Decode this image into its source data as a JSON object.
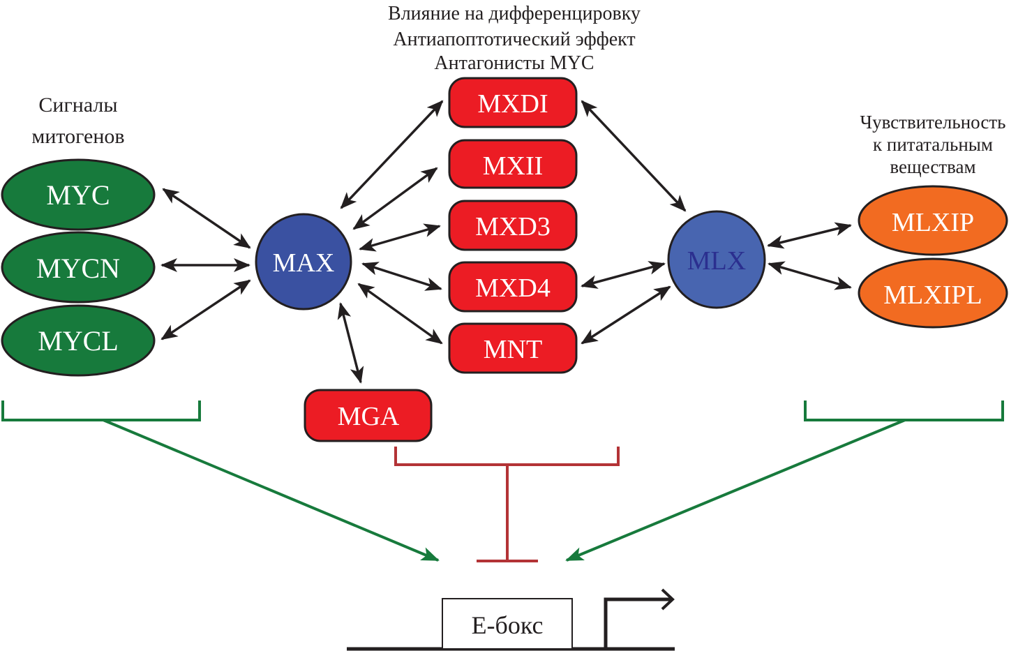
{
  "headers": {
    "center": [
      "Влияние на дифференцировку",
      "Антиапоптотический эффект",
      "Антагонисты MYC"
    ],
    "left": [
      "Сигналы",
      "митогенов"
    ],
    "right": [
      "Чувствительность",
      "к питатальным",
      "веществам"
    ]
  },
  "nodes": {
    "myc": "MYC",
    "mycn": "MYCN",
    "mycl": "MYCL",
    "max": "MAX",
    "mxdi": "MXDI",
    "mxii": "MXII",
    "mxd3": "MXD3",
    "mxd4": "MXD4",
    "mnt": "MNT",
    "mga": "MGA",
    "mlx": "MLX",
    "mlxip": "MLXIP",
    "mlxipl": "MLXIPL"
  },
  "promoter": {
    "ebox_label": "Е-бокс"
  },
  "colors": {
    "myc_family": "#177a3c",
    "max_node": "#3a51a1",
    "mlx_node": "#4865b0",
    "mlx_text": "#2b2f8f",
    "mxd_family": "#ec1c24",
    "mlxip_family": "#f26b21",
    "activation_arrow": "#177a3c",
    "repression_bar": "#b33336",
    "interaction_arrow": "#231f20"
  },
  "edges": [
    {
      "from": "MYC",
      "to": "MAX",
      "type": "bidirectional"
    },
    {
      "from": "MYCN",
      "to": "MAX",
      "type": "bidirectional"
    },
    {
      "from": "MYCL",
      "to": "MAX",
      "type": "bidirectional"
    },
    {
      "from": "MAX",
      "to": "MXDI",
      "type": "bidirectional"
    },
    {
      "from": "MAX",
      "to": "MXII",
      "type": "bidirectional"
    },
    {
      "from": "MAX",
      "to": "MXD3",
      "type": "bidirectional"
    },
    {
      "from": "MAX",
      "to": "MXD4",
      "type": "bidirectional"
    },
    {
      "from": "MAX",
      "to": "MNT",
      "type": "bidirectional"
    },
    {
      "from": "MAX",
      "to": "MGA",
      "type": "bidirectional"
    },
    {
      "from": "MXDI",
      "to": "MLX",
      "type": "bidirectional"
    },
    {
      "from": "MXD4",
      "to": "MLX",
      "type": "bidirectional"
    },
    {
      "from": "MNT",
      "to": "MLX",
      "type": "bidirectional"
    },
    {
      "from": "MLX",
      "to": "MLXIP",
      "type": "bidirectional"
    },
    {
      "from": "MLX",
      "to": "MLXIPL",
      "type": "bidirectional"
    },
    {
      "from": "MYC-group",
      "to": "E-box",
      "type": "activation"
    },
    {
      "from": "MLXIP-group",
      "to": "E-box",
      "type": "activation"
    },
    {
      "from": "MXD-group",
      "to": "E-box",
      "type": "repression"
    }
  ]
}
